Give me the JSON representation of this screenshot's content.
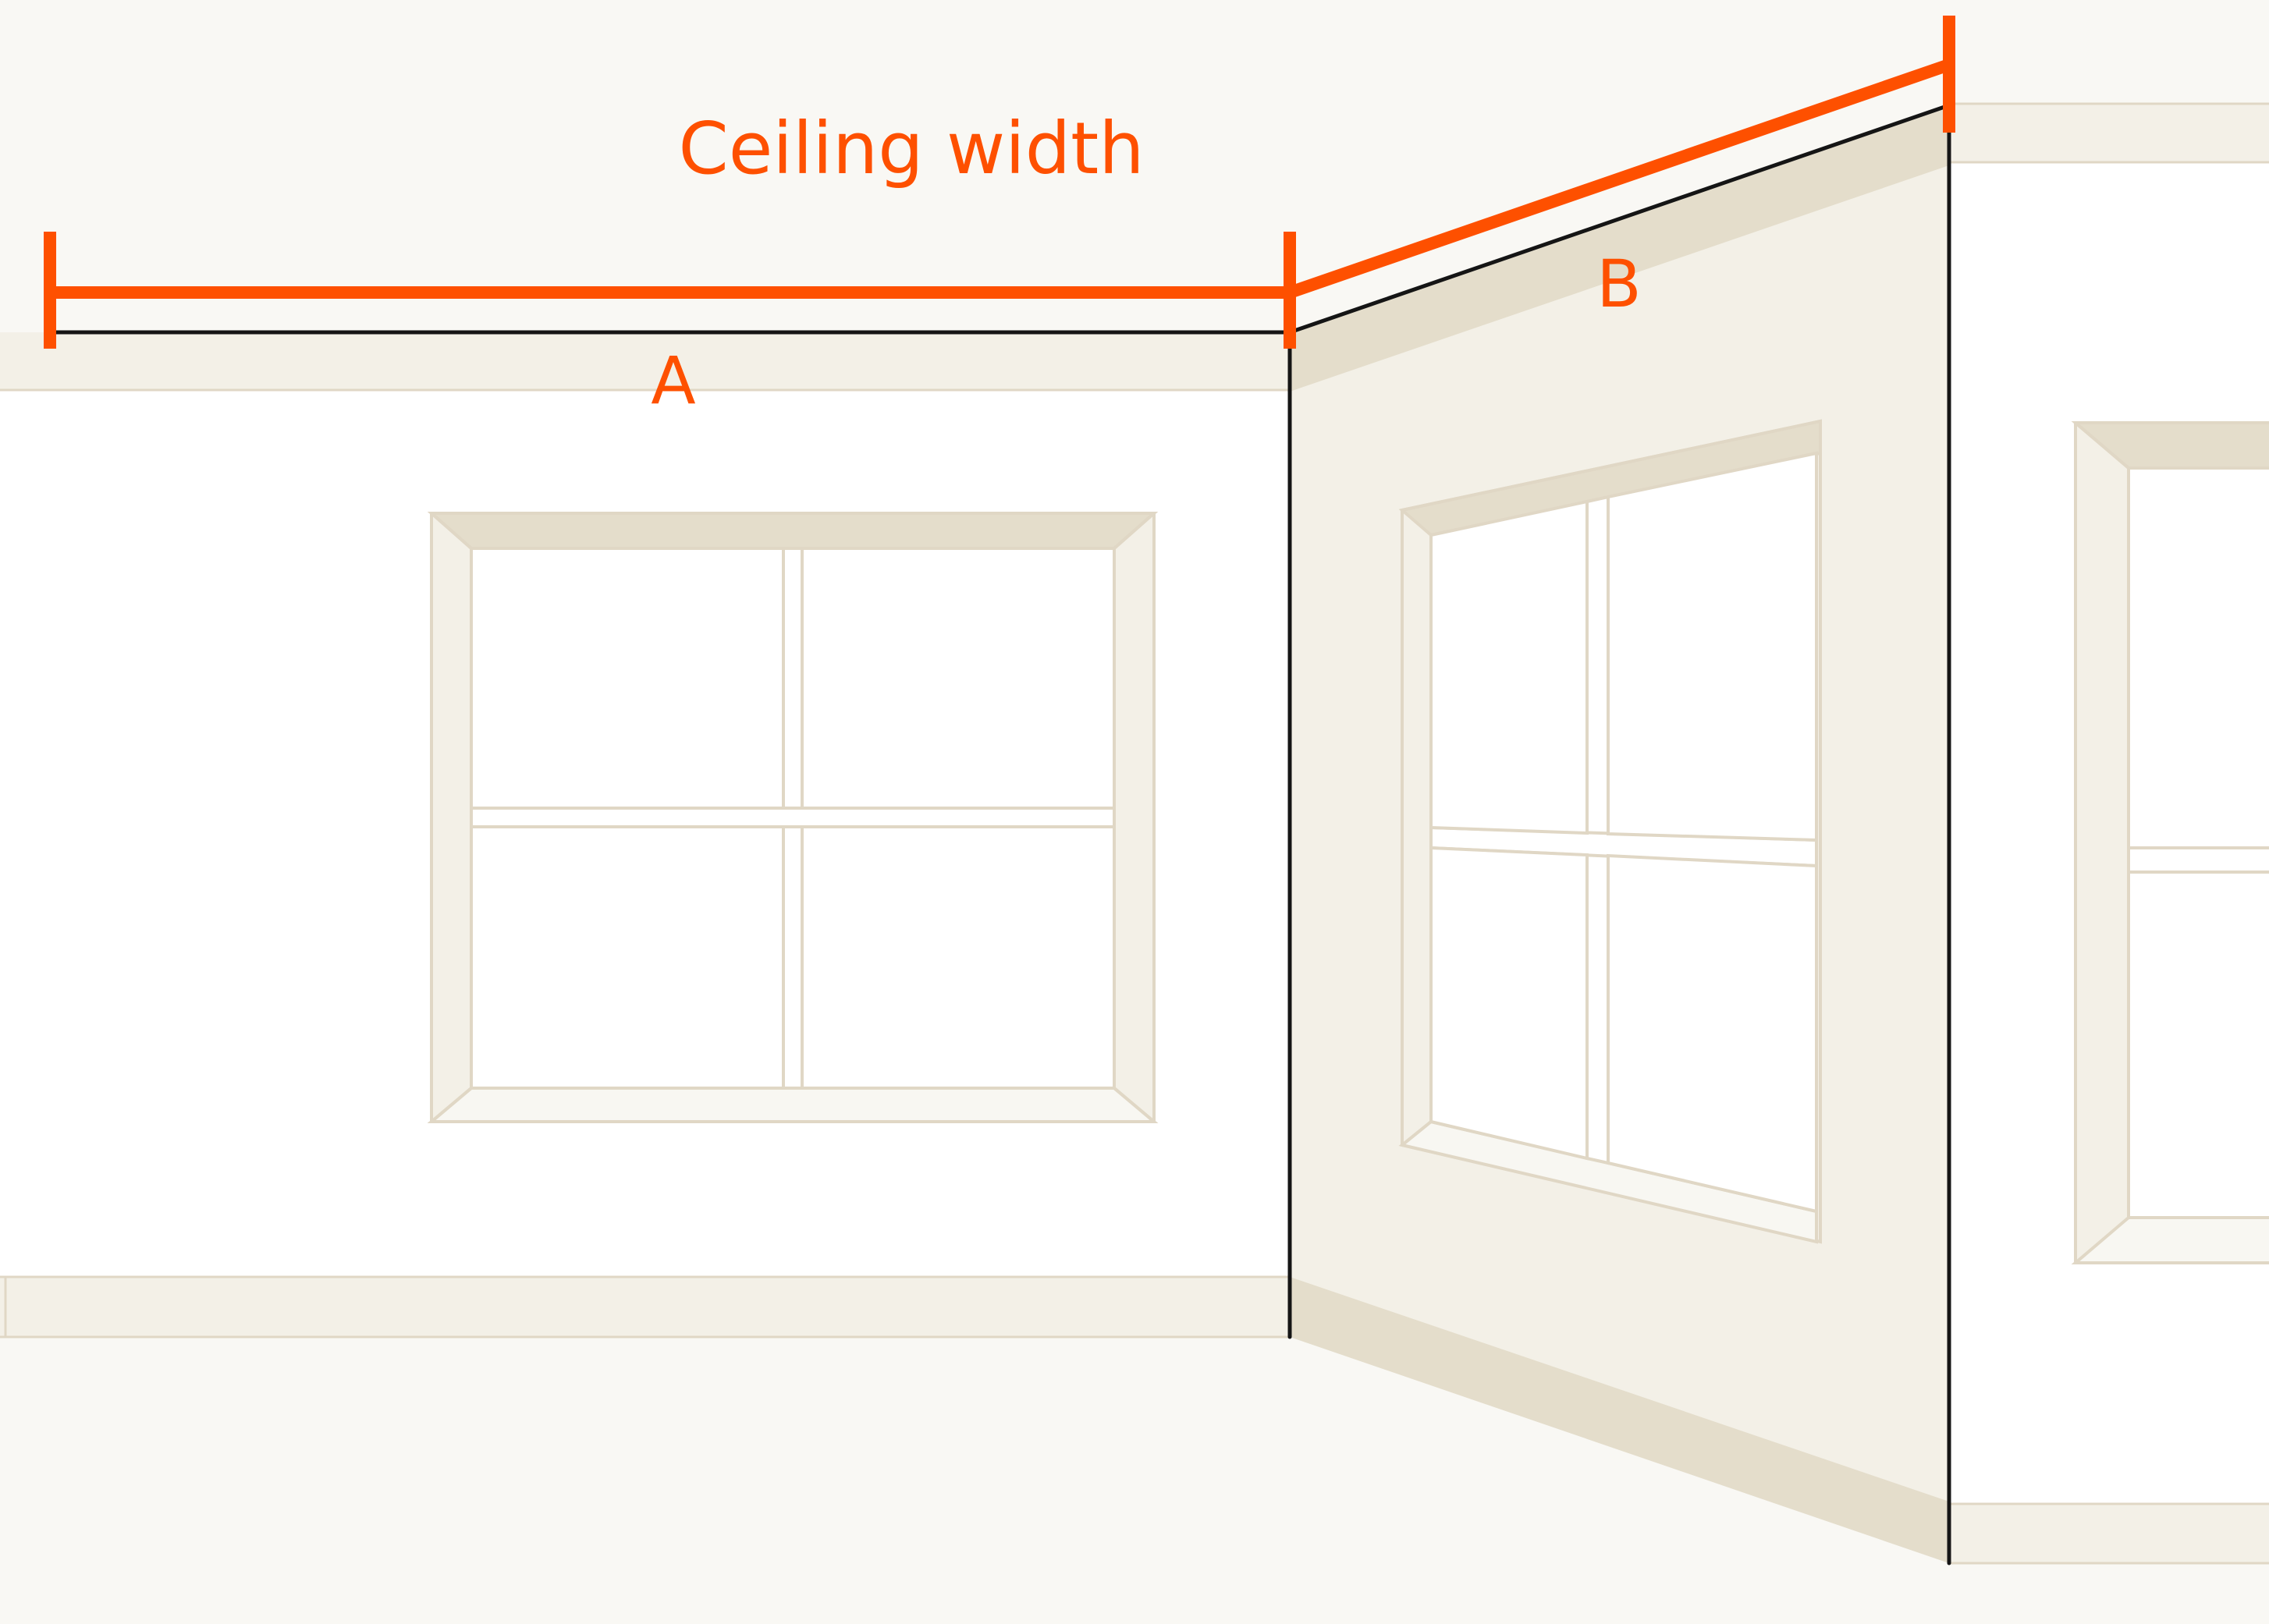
{
  "diagram": {
    "title": "Ceiling width",
    "segment_a_label": "A",
    "segment_b_label": "B"
  },
  "colors": {
    "background": "#f9f8f4",
    "wall_white": "#ffffff",
    "wall_angled": "#f3f0e7",
    "trim_shade": "#e4ddcb",
    "trim_line": "#e0d7c5",
    "corner_line": "#151515",
    "measure_accent": "#fe5000"
  }
}
